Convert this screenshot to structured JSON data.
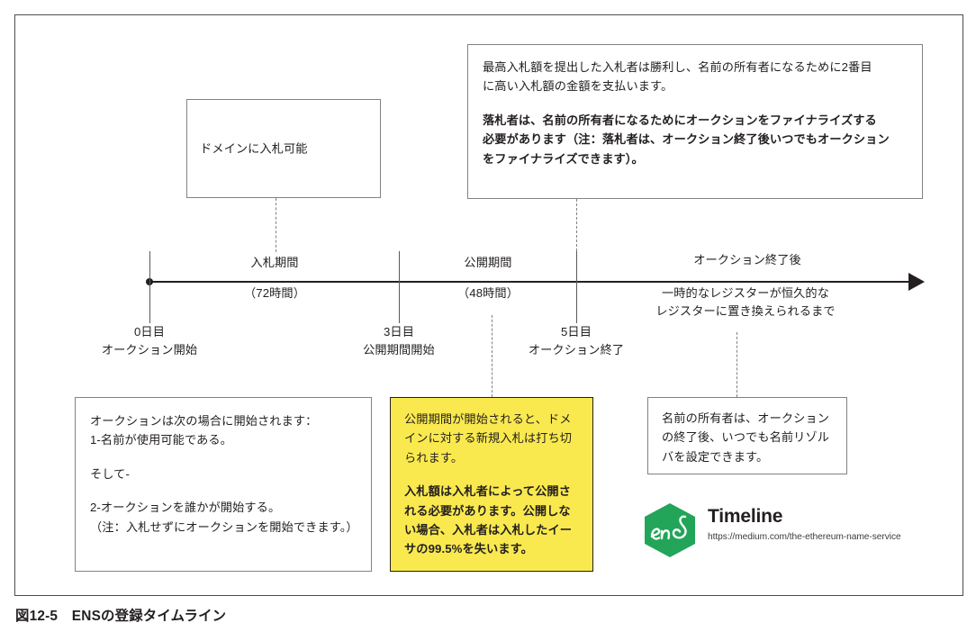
{
  "figure": {
    "caption": "図12-5　ENSの登録タイムライン"
  },
  "boxes": {
    "domain_bid": {
      "text": "ドメインに入札可能"
    },
    "highest_bidder": {
      "paragraph_1": "最高入札額を提出した入札者は勝利し、名前の所有者になるために2番目\nに高い入札額の金額を支払います。",
      "paragraph_2": "落札者は、名前の所有者になるためにオークションをファイナライズする\n必要があります（注：落札者は、オークション終了後いつでもオークション\nをファイナライズできます）。"
    },
    "auction_start": {
      "paragraph_1": "オークションは次の場合に開始されます：\n1-名前が使用可能である。",
      "paragraph_2": "そして-",
      "paragraph_3": "2-オークションを誰かが開始する。\n（注：入札せずにオークションを開始できます。）"
    },
    "reveal": {
      "paragraph_1": "公開期間が開始されると、ドメインに対する新規入札は打ち切られます。",
      "paragraph_2": "入札額は入札者によって公開される必要があります。公開しない場合、入札者は入札したイーサの99.5%を失います。"
    },
    "resolver": {
      "paragraph_1": "名前の所有者は、オークションの終了後、いつでも名前リゾルバを設定できます。"
    }
  },
  "timeline": {
    "spans": {
      "bid_period_label": "入札期間",
      "bid_period_duration": "（72時間）",
      "reveal_period_label": "公開期間",
      "reveal_period_duration": "（48時間）",
      "after_auction_label": "オークション終了後",
      "after_auction_description": "一時的なレジスターが恒久的な\nレジスターに置き換えられるまで"
    },
    "markers": [
      {
        "day": "0日目",
        "description": "オークション開始"
      },
      {
        "day": "3日目",
        "description": "公開期間開始"
      },
      {
        "day": "5日目",
        "description": "オークション終了"
      }
    ]
  },
  "brand": {
    "logo_text": "ens",
    "title": "Timeline",
    "url": "https://medium.com/the-ethereum-name-service"
  },
  "colors": {
    "highlight_yellow": "#f9e94e",
    "ens_green": "#22a559",
    "ink": "#231f20",
    "box_border": "#808285",
    "frame_border": "#4d4d4f"
  }
}
